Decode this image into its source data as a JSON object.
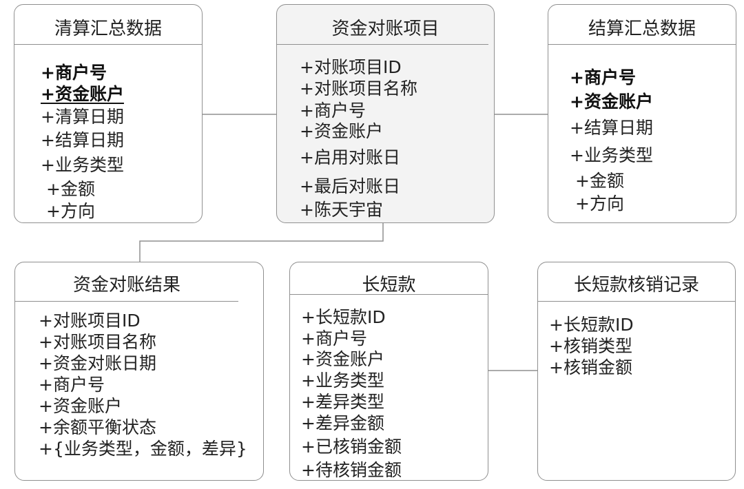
{
  "entities": [
    {
      "title": "清算汇总数据",
      "fields": [
        "+商户号",
        "+资金账户",
        "+清算日期",
        "+结算日期",
        "+业务类型",
        "+金额",
        "+方向"
      ]
    },
    {
      "title": "资金对账项目",
      "fields": [
        "+对账项目ID",
        "+对账项目名称",
        "+商户号",
        "+资金账户",
        "+启用对账日",
        "+最后对账日",
        "+陈天宇宙"
      ]
    },
    {
      "title": "结算汇总数据",
      "fields": [
        "+商户号",
        "+资金账户",
        "+结算日期",
        "+业务类型",
        "+金额",
        "+方向"
      ]
    },
    {
      "title": "资金对账结果",
      "fields": [
        "+对账项目ID",
        "+对账项目名称",
        "+资金对账日期",
        "+商户号",
        "+资金账户",
        "+余额平衡状态",
        "+{业务类型，金额，差异}"
      ]
    },
    {
      "title": "长短款",
      "fields": [
        "+长短款ID",
        "+商户号",
        "+资金账户",
        "+业务类型",
        "+差异类型",
        "+差异金额",
        "+已核销金额",
        "+待核销金额"
      ]
    },
    {
      "title": "长短款核销记录",
      "fields": [
        "+长短款ID",
        "+核销类型",
        "+核销金额"
      ]
    }
  ]
}
